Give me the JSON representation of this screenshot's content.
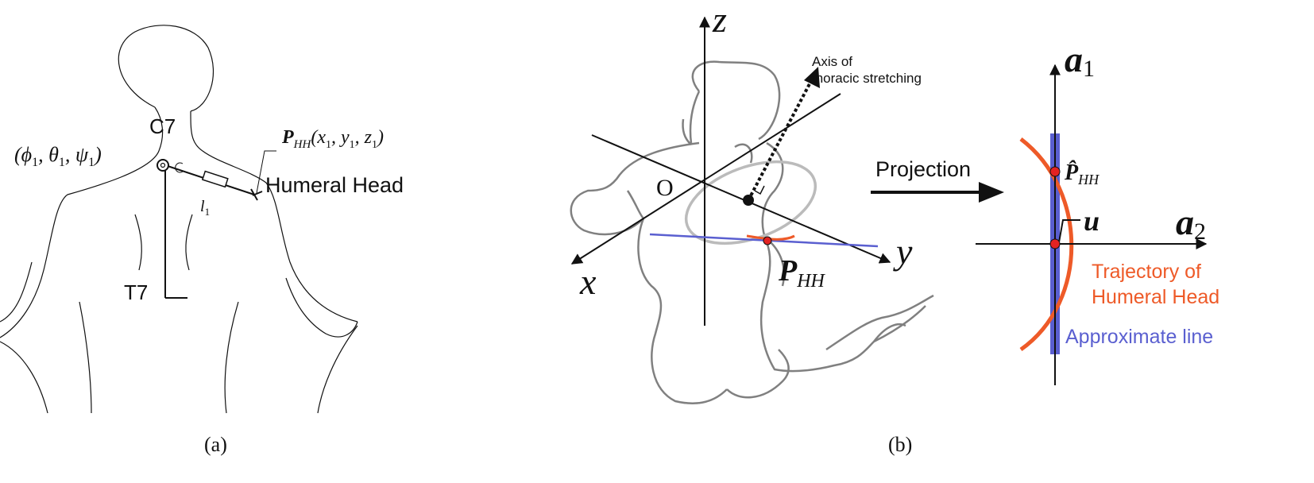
{
  "panel_a": {
    "label_c7": "C7",
    "label_t7": "T7",
    "angles": "(ϕ1, θ1, ψ1)",
    "angles_parts": {
      "open": "(ϕ",
      "s1": "1",
      "sep1": ", θ",
      "s2": "1",
      "sep2": ", ψ",
      "s3": "1",
      "close": ")"
    },
    "phh_text": "P_HH(x1, y1, z1)",
    "phh_parts": {
      "p": "P",
      "sub": "HH",
      "coords_open": "(x",
      "c1": "1",
      "c2sep": ", y",
      "c2": "1",
      "c3sep": ", z",
      "c3": "1",
      "close": ")"
    },
    "humeral_head": "Humeral Head",
    "l1_text": "l1",
    "l1_parts": {
      "l": "l",
      "sub": "1"
    },
    "caption": "(a)",
    "colors": {
      "line": "#111111"
    }
  },
  "panel_b": {
    "axis_z": "z",
    "axis_x": "x",
    "axis_y": "y",
    "origin": "O",
    "stretch_line1": "Axis of",
    "stretch_line2": "thoracic stretching",
    "phh_text": "P_HH",
    "phh_parts": {
      "p": "P",
      "sub": "HH"
    },
    "caption": "(b)",
    "colors": {
      "body": "#808080",
      "ellipse": "#bbbbbb",
      "approx": "#5a5fd0",
      "trajectory": "#ee5a28",
      "point": "#e32222"
    }
  },
  "projection": {
    "label": "Projection"
  },
  "panel_c": {
    "axis_a1_text": "a1",
    "axis_a1": {
      "a": "a",
      "sub": "1"
    },
    "axis_a2_text": "a2",
    "axis_a2": {
      "a": "a",
      "sub": "2"
    },
    "phat_text": "P̂_HH",
    "phat_parts": {
      "p": "P̂",
      "sub": "HH"
    },
    "u": "u",
    "trajectory_line1": "Trajectory of",
    "trajectory_line2": "Humeral Head",
    "approx_label": "Approximate line",
    "colors": {
      "approx": "#5a5fd0",
      "trajectory": "#ee5a28",
      "point": "#e32222"
    }
  }
}
